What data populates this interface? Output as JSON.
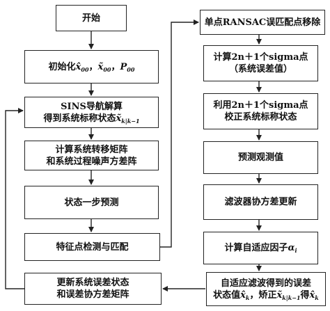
{
  "left": {
    "start": "开始",
    "init": {
      "prefix": "初始化",
      "x1": "x̂",
      "x1_sub": "00",
      "sep1": "，",
      "x2": "x̃",
      "x2_sub": "00",
      "sep2": "，",
      "p": "P",
      "p_sub": "00"
    },
    "sins": {
      "line1": "SINS导航解算",
      "line2_prefix": "得到系统标称状态",
      "x": "x̃",
      "x_sub": "k|k−1"
    },
    "matrix": {
      "line1": "计算系统转移矩阵",
      "line2": "和系统过程噪声方差阵"
    },
    "predict": "状态一步预测",
    "feature": "特征点检测与匹配",
    "update": {
      "line1": "更新系统误差状态",
      "line2": "和误差协方差矩阵"
    }
  },
  "right": {
    "ransac": "单点RANSAC误匹配点移除",
    "sigma_calc": {
      "line1": "计算2n＋1个sigma点",
      "line2": "（系统误差值）"
    },
    "sigma_correct": {
      "line1": "利用2n＋1个sigma点",
      "line2": "校正系统标称状态"
    },
    "obs": "预测观测值",
    "cov": "滤波器协方差更新",
    "alpha": {
      "prefix": "计算自适应因子",
      "a": "α",
      "a_sub": "i"
    },
    "adaptive": {
      "line1": "自适应滤波得到的误差",
      "line2_a": "状态值",
      "x": "x̂",
      "x_sub": "k",
      "line2_b": "，矫正",
      "x2": "x̃",
      "x2_sub": "k|k−1",
      "line2_c": "得",
      "x3": "x̂",
      "x3_sub": "k"
    }
  }
}
